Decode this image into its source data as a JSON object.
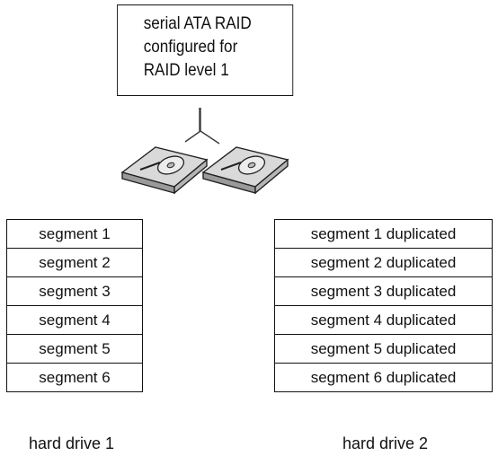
{
  "config": {
    "lines": [
      "serial ATA RAID",
      "configured for",
      "RAID level 1"
    ]
  },
  "drive1": {
    "segments": [
      "segment 1",
      "segment 2",
      "segment 3",
      "segment 4",
      "segment 5",
      "segment 6"
    ],
    "label": "hard drive 1"
  },
  "drive2": {
    "segments": [
      "segment 1 duplicated",
      "segment 2 duplicated",
      "segment 3 duplicated",
      "segment 4 duplicated",
      "segment 5 duplicated",
      "segment 6 duplicated"
    ],
    "label": "hard drive 2"
  },
  "icons": [
    "hard-drive-icon",
    "hard-drive-icon"
  ]
}
